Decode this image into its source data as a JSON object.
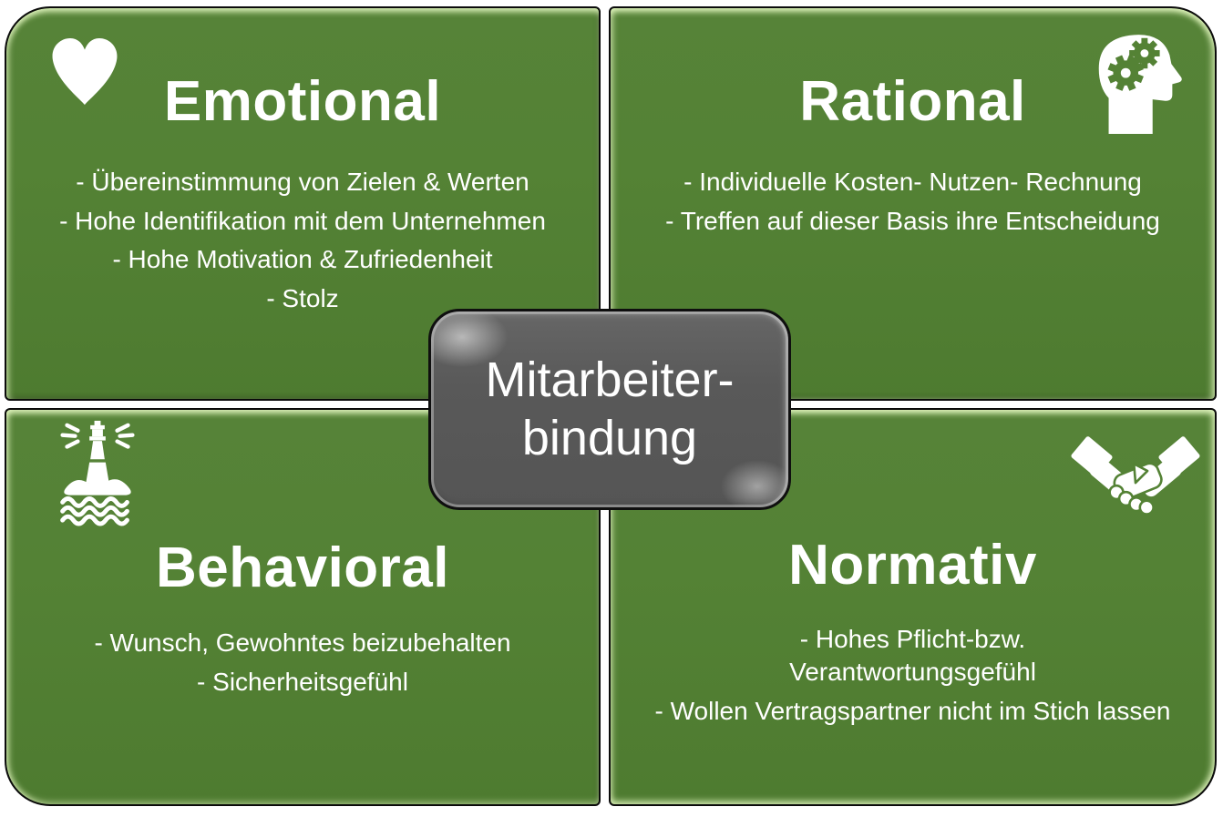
{
  "diagram": {
    "center": {
      "label_line1": "Mitarbeiter-",
      "label_line2": "bindung"
    },
    "quadrants": [
      {
        "id": "emotional",
        "title": "Emotional",
        "icon": "heart-icon",
        "bullets": [
          "- Übereinstimmung von Zielen & Werten",
          "- Hohe Identifikation mit dem Unternehmen",
          "- Hohe Motivation & Zufriedenheit",
          "- Stolz"
        ]
      },
      {
        "id": "rational",
        "title": "Rational",
        "icon": "head-gears-icon",
        "bullets": [
          "- Individuelle Kosten- Nutzen- Rechnung",
          "- Treffen auf dieser Basis ihre Entscheidung"
        ]
      },
      {
        "id": "behavioral",
        "title": "Behavioral",
        "icon": "lighthouse-icon",
        "bullets": [
          "- Wunsch, Gewohntes beizubehalten",
          "- Sicherheitsgefühl"
        ]
      },
      {
        "id": "normativ",
        "title": "Normativ",
        "icon": "handshake-icon",
        "bullets": [
          "- Hohes Pflicht-bzw. Verantwortungsgefühl",
          "- Wollen Vertragspartner nicht im Stich lassen"
        ]
      }
    ],
    "colors": {
      "card_green": "#548235",
      "bevel_highlight": "#cde6b0",
      "center_gray": "#595959",
      "outline_black": "#0b0b0b",
      "text_white": "#ffffff"
    }
  }
}
